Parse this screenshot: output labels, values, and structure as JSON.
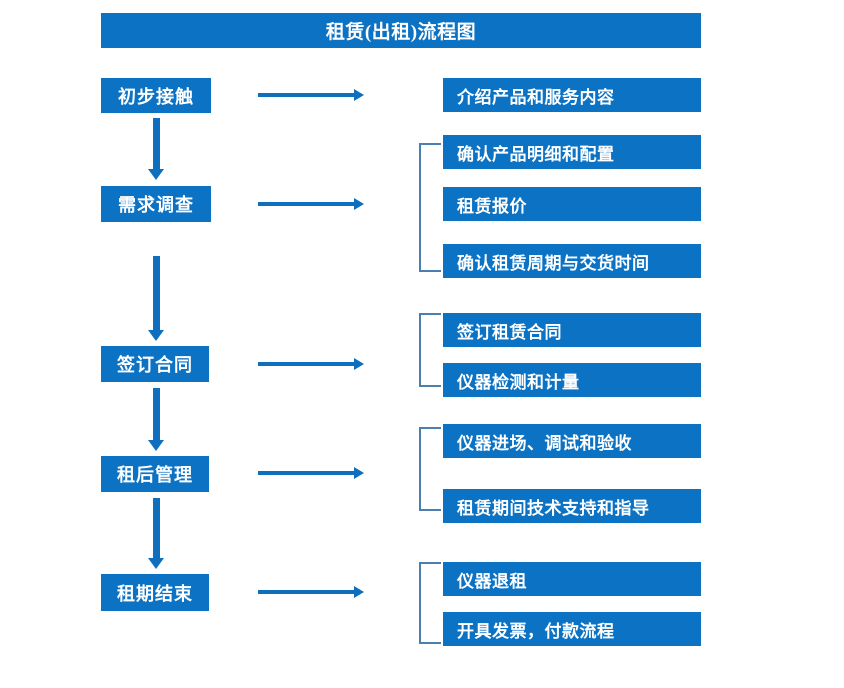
{
  "title": {
    "text": "租赁(出租)流程图"
  },
  "colors": {
    "box_fill": "#0b72c4",
    "box_text": "#ffffff",
    "arrow": "#0d6fbd",
    "bracket": "#4a7fb0",
    "background": "#ffffff"
  },
  "stages": [
    {
      "label": "初步接触"
    },
    {
      "label": "需求调查"
    },
    {
      "label": "签订合同"
    },
    {
      "label": "租后管理"
    },
    {
      "label": "租期结束"
    }
  ],
  "details": [
    {
      "text": "介绍产品和服务内容"
    },
    {
      "text": "确认产品明细和配置"
    },
    {
      "text": "租赁报价"
    },
    {
      "text": "确认租赁周期与交货时间"
    },
    {
      "text": "签订租赁合同"
    },
    {
      "text": "仪器检测和计量"
    },
    {
      "text": "仪器进场、调试和验收"
    },
    {
      "text": "租赁期间技术支持和指导"
    },
    {
      "text": "仪器退租"
    },
    {
      "text": "开具发票，付款流程"
    }
  ],
  "groups": [
    {
      "stage": "初步接触",
      "detail_indices": [
        0
      ],
      "bracketed": false
    },
    {
      "stage": "需求调查",
      "detail_indices": [
        1,
        2,
        3
      ],
      "bracketed": true
    },
    {
      "stage": "签订合同",
      "detail_indices": [
        4,
        5
      ],
      "bracketed": true
    },
    {
      "stage": "租后管理",
      "detail_indices": [
        6,
        7
      ],
      "bracketed": true
    },
    {
      "stage": "租期结束",
      "detail_indices": [
        8,
        9
      ],
      "bracketed": true
    }
  ],
  "flow_arrows": {
    "horizontal_count": 5,
    "vertical_count": 4
  }
}
